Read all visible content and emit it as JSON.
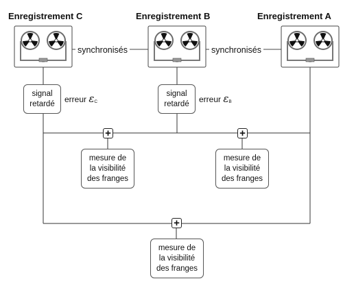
{
  "recordings": [
    {
      "title": "Enregistrement C"
    },
    {
      "title": "Enregistrement B"
    },
    {
      "title": "Enregistrement A"
    }
  ],
  "sync_label": "synchronisés",
  "delay_boxes": [
    {
      "line1": "signal",
      "line2": "retardé",
      "error_label": "erreur",
      "error_symbol": "ε",
      "error_sub": "C"
    },
    {
      "line1": "signal",
      "line2": "retardé",
      "error_label": "erreur",
      "error_symbol": "ε",
      "error_sub": "B"
    }
  ],
  "measure_boxes": [
    {
      "line1": "mesure de",
      "line2": "la visibilité",
      "line3": "des franges"
    },
    {
      "line1": "mesure de",
      "line2": "la visibilité",
      "line3": "des franges"
    },
    {
      "line1": "mesure de",
      "line2": "la visibilité",
      "line3": "des franges"
    }
  ],
  "adder_symbol": "+"
}
